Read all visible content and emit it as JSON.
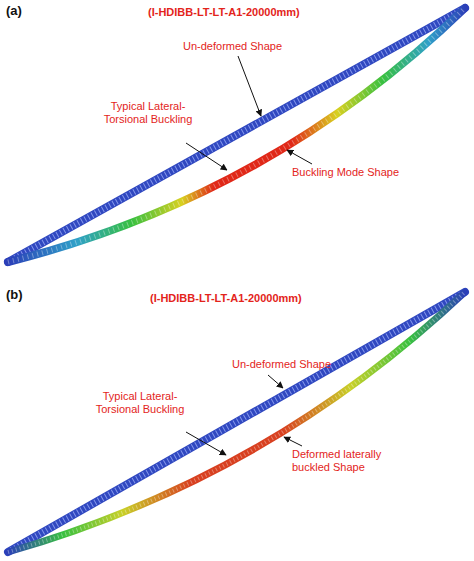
{
  "diagram": {
    "labels": [
      "(a)",
      "(I-HDIBB-LT-LT-A1-20000mm)",
      "Un-deformed Shape",
      "Typical Lateral- Torsional Buckling",
      "Buckling Mode Shape",
      "(b)",
      "(I-HDIBB-LT-LT-A1-20000mm)",
      "Un-deformed Shape",
      "Typical Lateral- Torsional Buckling",
      "Deformed laterally buckled Shape"
    ]
  }
}
